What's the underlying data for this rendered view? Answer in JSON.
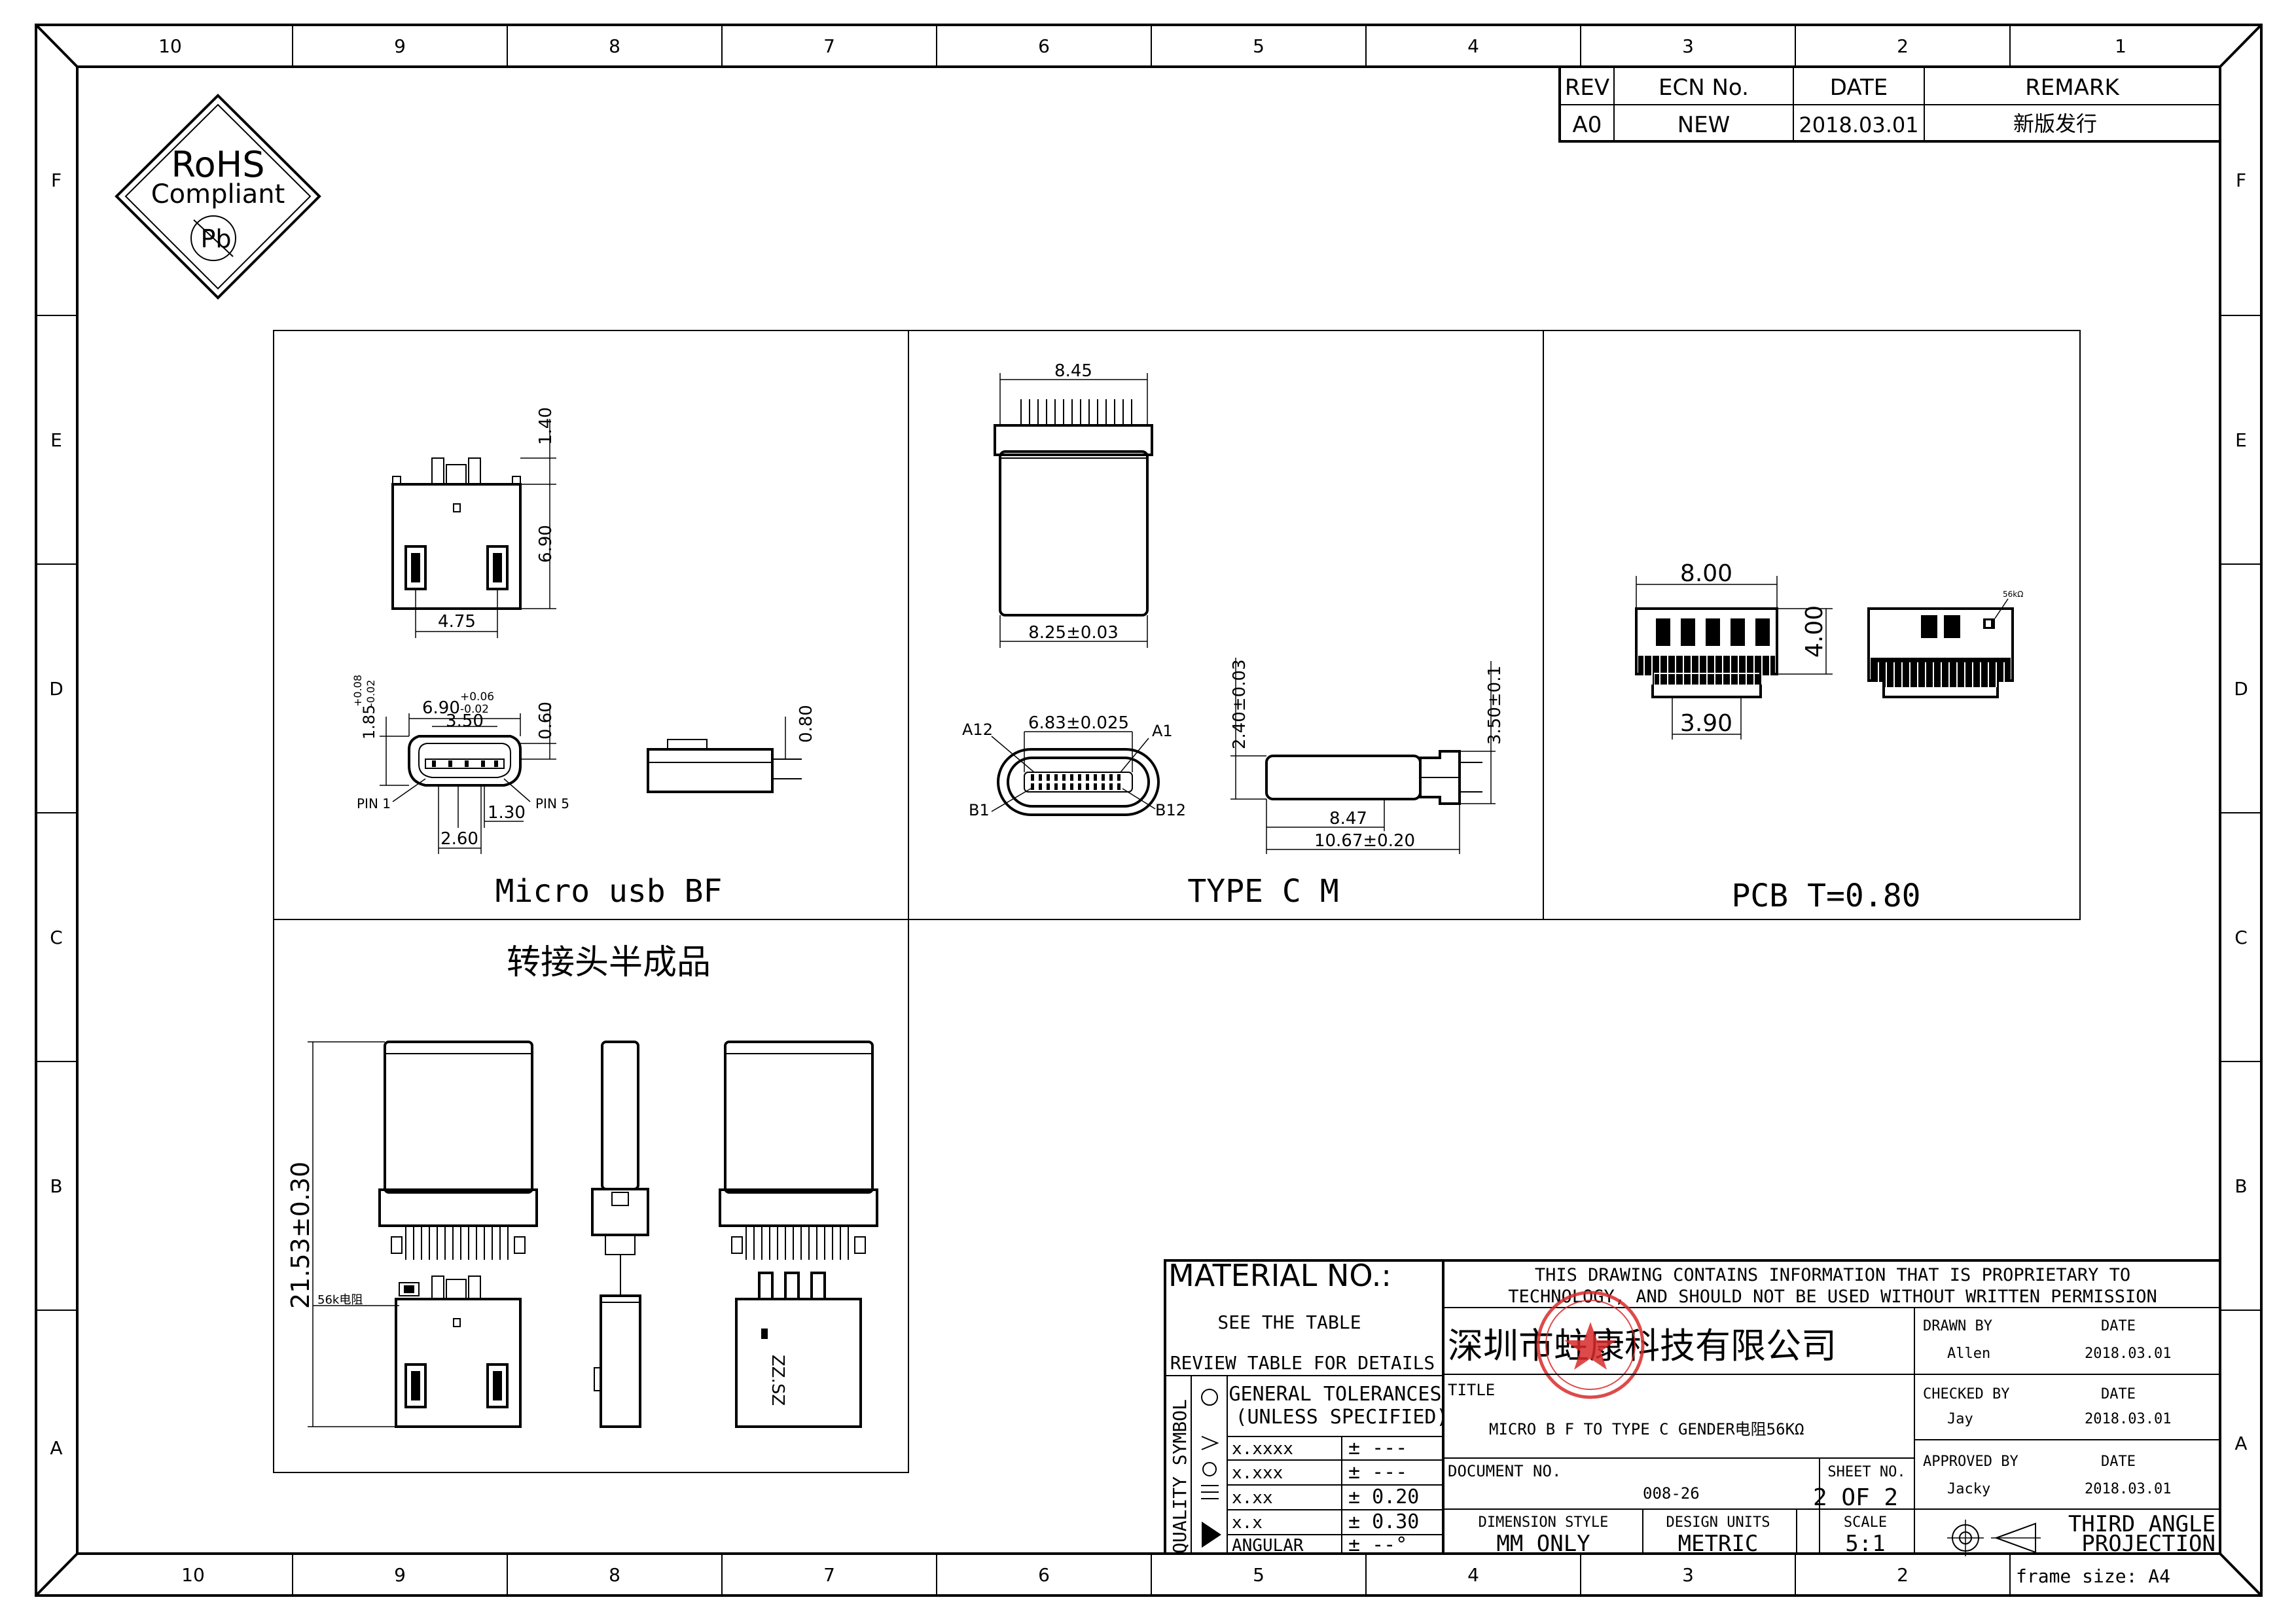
{
  "frame": {
    "col_top": [
      "10",
      "9",
      "8",
      "7",
      "6",
      "5",
      "4",
      "3",
      "2",
      "1"
    ],
    "col_bottom": [
      "10",
      "9",
      "8",
      "7",
      "6",
      "5",
      "4",
      "3",
      "2"
    ],
    "row_left": [
      "F",
      "E",
      "D",
      "C",
      "B",
      "A"
    ],
    "row_right": [
      "F",
      "E",
      "D",
      "C",
      "B",
      "A"
    ],
    "frame_size": "frame size: A4"
  },
  "revision": {
    "headers": [
      "REV",
      "ECN No.",
      "DATE",
      "REMARK"
    ],
    "rows": [
      [
        "A0",
        "NEW",
        "2018.03.01",
        "新版发行"
      ]
    ]
  },
  "rohs": {
    "line1": "RoHS",
    "line2": "Compliant",
    "line3": "Pb"
  },
  "views": {
    "micro_usb": {
      "label": "Micro usb BF",
      "dims": {
        "d140": "1.40",
        "d690": "6.90",
        "d475": "4.75",
        "d690tol": "6.90",
        "d690up": "+0.06",
        "d690dn": "-0.02",
        "d350": "3.50",
        "d185": "1.85",
        "d185up": "+0.08",
        "d185dn": "-0.02",
        "d060": "0.60",
        "d080": "0.80",
        "d130": "1.30",
        "d260": "2.60",
        "pin1": "PIN 1",
        "pin5": "PIN 5"
      }
    },
    "type_c": {
      "label": "TYPE C M",
      "dims": {
        "d845": "8.45",
        "d825": "8.25±0.03",
        "d683": "6.83±0.025",
        "a12": "A12",
        "a1": "A1",
        "b1": "B1",
        "b12": "B12",
        "d240": "2.40±0.03",
        "d350": "3.50±0.1",
        "d847": "8.47",
        "d1067": "10.67±0.20"
      }
    },
    "pcb": {
      "label": "PCB T=0.80",
      "dims": {
        "d800": "8.00",
        "d400": "4.00",
        "d390": "3.90",
        "res": "56kΩ"
      }
    },
    "semi": {
      "label": "转接头半成品",
      "dims": {
        "d2153": "21.53±0.30",
        "res56": "56k电阻"
      }
    }
  },
  "title_block": {
    "material_label": "MATERIAL NO.:",
    "see_table": "SEE THE TABLE",
    "review_table": "REVIEW TABLE FOR DETAILS",
    "quality_symbol": "QUALITY SYMBOL",
    "general_tol": "GENERAL TOLERANCES",
    "unless": "(UNLESS SPECIFIED)",
    "tolerances": [
      {
        "fmt": "x.xxxx",
        "val": "± ---"
      },
      {
        "fmt": "x.xxx",
        "val": "± ---"
      },
      {
        "fmt": "x.xx",
        "val": "± 0.20"
      },
      {
        "fmt": "x.x",
        "val": "± 0.30"
      },
      {
        "fmt": "ANGULAR",
        "val": "± --°"
      }
    ],
    "prop1": "THIS DRAWING CONTAINS INFORMATION THAT IS PROPRIETARY TO",
    "prop2": "TECHNOLOGY, AND SHOULD NOT BE USED WITHOUT WRITTEN PERMISSION",
    "company": "深圳市蛀康科技有限公司",
    "title_label": "TITLE",
    "title_value": "MICRO B   F TO TYPE C GENDER电阻56KΩ",
    "doc_label": "DOCUMENT NO.",
    "doc_value": "008-26",
    "sheet_label": "SHEET NO.",
    "sheet_value": "2 OF 2",
    "dim_style_label": "DIMENSION STYLE",
    "dim_style_value": "MM ONLY",
    "design_units_label": "DESIGN UNITS",
    "design_units_value": "METRIC",
    "scale_label": "SCALE",
    "scale_value": "5:1",
    "drawn_by_label": "DRAWN BY",
    "drawn_by": "Allen",
    "checked_by_label": "CHECKED BY",
    "checked_by": "Jay",
    "approved_by_label": "APPROVED BY",
    "approved_by": "Jacky",
    "date_label": "DATE",
    "drawn_date": "2018.03.01",
    "checked_date": "2018.03.01",
    "approved_date": "2018.03.01",
    "projection1": "THIRD ANGLE",
    "projection2": "PROJECTION"
  },
  "colors": {
    "stamp": "#d92b2b",
    "line": "#000000"
  }
}
